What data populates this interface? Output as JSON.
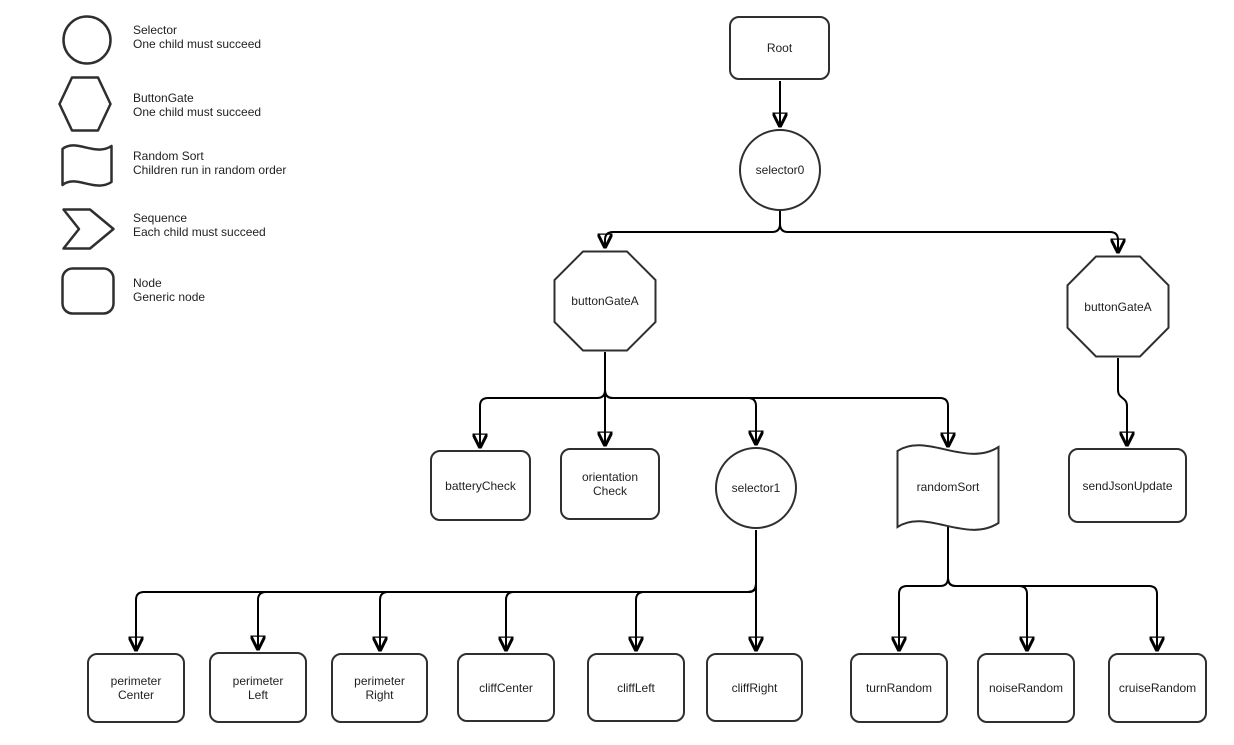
{
  "legend": {
    "items": [
      {
        "icon": "circle",
        "name": "Selector",
        "desc": "One child must succeed"
      },
      {
        "icon": "hexagon",
        "name": "ButtonGate",
        "desc": "One child must succeed"
      },
      {
        "icon": "wave",
        "name": "Random Sort",
        "desc": "Children run in random order"
      },
      {
        "icon": "chevron",
        "name": "Sequence",
        "desc": "Each child must succeed"
      },
      {
        "icon": "rounded-rect",
        "name": "Node",
        "desc": "Generic node"
      }
    ]
  },
  "tree": {
    "nodes": {
      "root": {
        "label": "Root",
        "shape": "rounded-rect"
      },
      "selector0": {
        "label": "selector0",
        "shape": "circle"
      },
      "buttonGateLeft": {
        "label": "buttonGateA",
        "shape": "octagon"
      },
      "buttonGateRight": {
        "label": "buttonGateA",
        "shape": "octagon"
      },
      "batteryCheck": {
        "label": "batteryCheck",
        "shape": "rounded-rect"
      },
      "orientationCheck": {
        "label": "orientation\nCheck",
        "shape": "rounded-rect"
      },
      "selector1": {
        "label": "selector1",
        "shape": "circle"
      },
      "randomSort": {
        "label": "randomSort",
        "shape": "wave"
      },
      "sendJsonUpdate": {
        "label": "sendJsonUpdate",
        "shape": "rounded-rect"
      },
      "perimeterCenter": {
        "label": "perimeter\nCenter",
        "shape": "rounded-rect"
      },
      "perimeterLeft": {
        "label": "perimeter\nLeft",
        "shape": "rounded-rect"
      },
      "perimeterRight": {
        "label": "perimeter\nRight",
        "shape": "rounded-rect"
      },
      "cliffCenter": {
        "label": "cliffCenter",
        "shape": "rounded-rect"
      },
      "cliffLeft": {
        "label": "cliffLeft",
        "shape": "rounded-rect"
      },
      "cliffRight": {
        "label": "cliffRight",
        "shape": "rounded-rect"
      },
      "turnRandom": {
        "label": "turnRandom",
        "shape": "rounded-rect"
      },
      "noiseRandom": {
        "label": "noiseRandom",
        "shape": "rounded-rect"
      },
      "cruiseRandom": {
        "label": "cruiseRandom",
        "shape": "rounded-rect"
      }
    },
    "edges": [
      [
        "Root",
        "selector0"
      ],
      [
        "selector0",
        "buttonGateA(left)"
      ],
      [
        "selector0",
        "buttonGateA(right)"
      ],
      [
        "buttonGateA(left)",
        "batteryCheck"
      ],
      [
        "buttonGateA(left)",
        "orientationCheck"
      ],
      [
        "buttonGateA(left)",
        "selector1"
      ],
      [
        "buttonGateA(left)",
        "randomSort"
      ],
      [
        "buttonGateA(right)",
        "sendJsonUpdate"
      ],
      [
        "selector1",
        "perimeterCenter"
      ],
      [
        "selector1",
        "perimeterLeft"
      ],
      [
        "selector1",
        "perimeterRight"
      ],
      [
        "selector1",
        "cliffCenter"
      ],
      [
        "selector1",
        "cliffLeft"
      ],
      [
        "selector1",
        "cliffRight"
      ],
      [
        "randomSort",
        "turnRandom"
      ],
      [
        "randomSort",
        "noiseRandom"
      ],
      [
        "randomSort",
        "cruiseRandom"
      ]
    ]
  },
  "colors": {
    "background": "#ffffff",
    "shape_stroke": "#2f2f2f",
    "edge_stroke": "#000000",
    "text": "#1f1f1f"
  }
}
